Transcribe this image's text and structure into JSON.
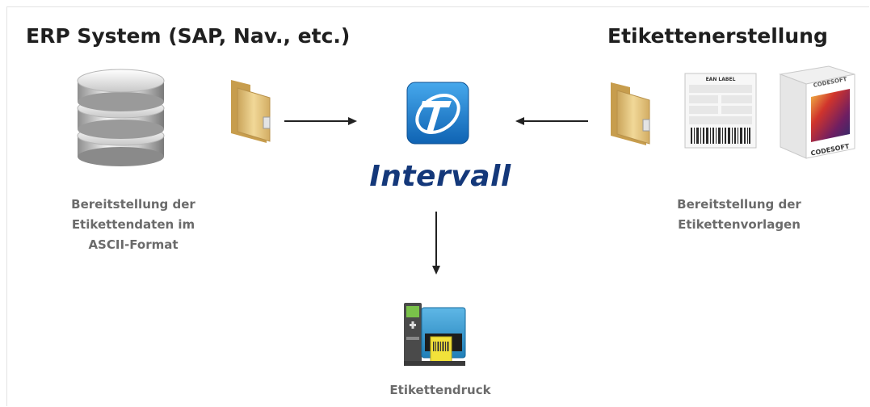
{
  "diagram": {
    "left_title": "ERP System (SAP, Nav., etc.)",
    "right_title": "Etikettenerstellung",
    "brand": "Intervall",
    "left_caption": "Bereitstellung der\nEtikettendaten im\nASCII-Format",
    "right_caption": "Bereitstellung der\nEtikettenvorlagen",
    "bottom_caption": "Etikettendruck",
    "box_label": "CODESOFT",
    "label_sheet_heading": "EAN LABEL"
  },
  "icons": [
    "database-icon",
    "folder-icon",
    "intervall-logo-icon",
    "label-sheet-icon",
    "codesoft-box-icon",
    "label-printer-icon"
  ],
  "colors": {
    "brand_blue": "#14387a",
    "logo_blue": "#1d7fd0",
    "caption_gray": "#6b6b6b"
  }
}
